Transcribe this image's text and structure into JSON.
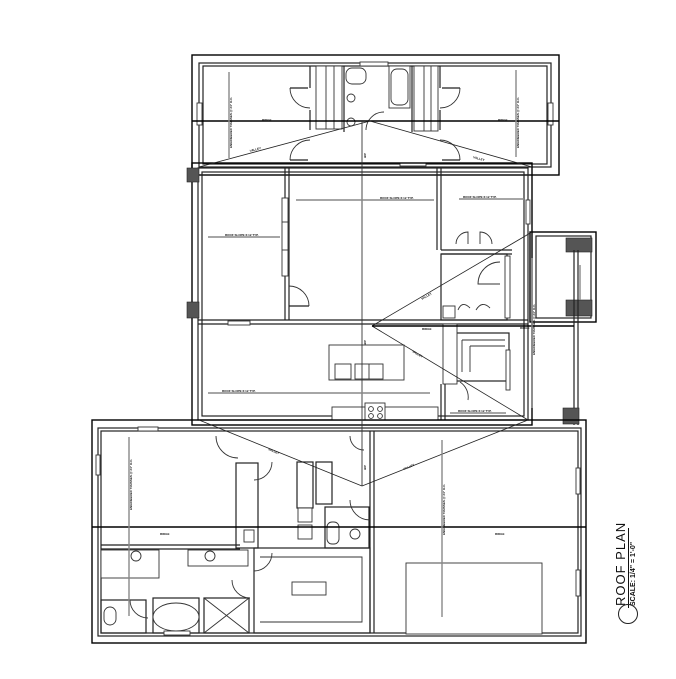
{
  "drawing": {
    "title": "ROOF PLAN",
    "scale": "SCALE: 1/4\" = 1'-0\"",
    "line_color": "#222222",
    "dimension_color": "#888888"
  },
  "roof_labels": {
    "ridge": "RIDGE",
    "valley": "VALLEY",
    "hip": "HIP",
    "gable": "GABLE"
  },
  "notes": {
    "slope_note": "ROOF SLOPE 6:12 TYP.",
    "truss_note": "ENGINEERED TRUSSES @ 24\" O.C."
  }
}
